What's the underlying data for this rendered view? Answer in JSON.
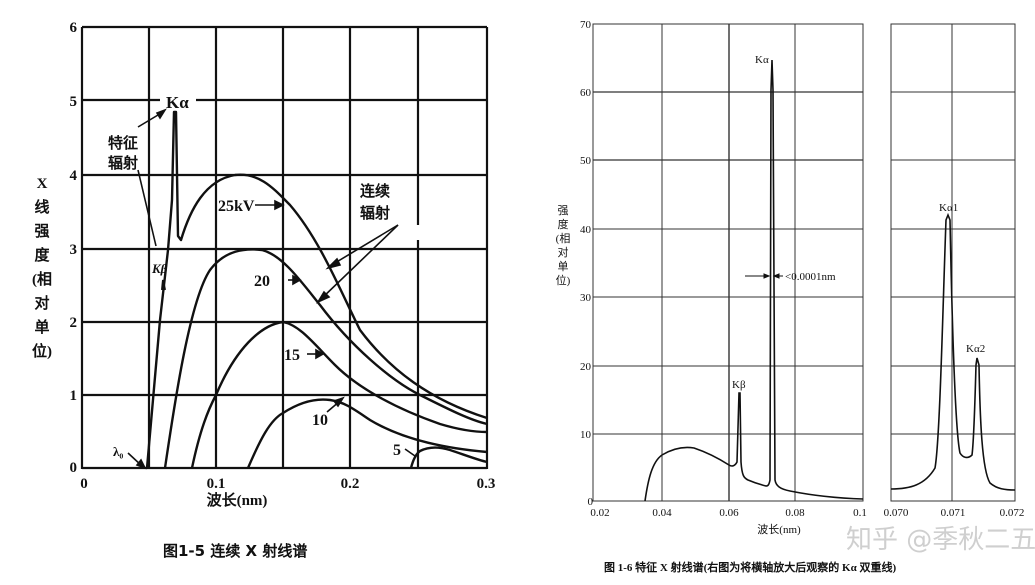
{
  "figures": {
    "left": {
      "caption": "图1-5 连续 X 射线谱",
      "ylabel_chars": [
        "X",
        "线",
        "强",
        "度",
        "(相",
        "对",
        "单",
        "位)"
      ],
      "xlabel": "波长(nm)",
      "x_ticks": [
        "0",
        "0.1",
        "0.2",
        "0.3"
      ],
      "y_ticks": [
        "0",
        "1",
        "2",
        "3",
        "4",
        "5",
        "6"
      ],
      "annotations": {
        "ka": "Kα",
        "kb": "Kβ",
        "char_rad_1": "特征",
        "char_rad_2": "辐射",
        "cont_rad_1": "连续",
        "cont_rad_2": "辐射",
        "lambda0": "λ₀",
        "v25": "25kV",
        "v20": "20",
        "v15": "15",
        "v10": "10",
        "v5": "5"
      }
    },
    "middle": {
      "caption": "图 1-6    特征 X 射线谱(右图为将横轴放大后观察的 Kα 双重线)",
      "ylabel_chars": [
        "强",
        "度",
        "(相",
        "对",
        "单",
        "位)"
      ],
      "xlabel": "波长(nm)",
      "x_ticks": [
        "0.02",
        "0.04",
        "0.06",
        "0.08",
        "0.1"
      ],
      "y_ticks": [
        "0",
        "10",
        "20",
        "30",
        "40",
        "50",
        "60",
        "70"
      ],
      "annotations": {
        "ka": "Kα",
        "kb": "Kβ",
        "width": "<0.0001nm"
      }
    },
    "right": {
      "x_ticks": [
        "0.070",
        "0.071",
        "0.072"
      ],
      "annotations": {
        "ka1": "Kα1",
        "ka2": "Kα2"
      }
    },
    "watermark": "知乎 @季秋二五"
  },
  "chart_data": [
    {
      "type": "line",
      "title": "图1-5 连续 X 射线谱",
      "xlabel": "波长(nm)",
      "ylabel": "X线强度(相对单位)",
      "xlim": [
        0,
        0.3
      ],
      "ylim": [
        0,
        6
      ],
      "grid": true,
      "series": [
        {
          "name": "25kV",
          "x": [
            0.05,
            0.06,
            0.07,
            0.073,
            0.075,
            0.08,
            0.1,
            0.115,
            0.15,
            0.2,
            0.25,
            0.3
          ],
          "y": [
            0,
            2.0,
            3.0,
            4.8,
            3.1,
            3.2,
            3.8,
            4.0,
            3.5,
            2.0,
            1.05,
            0.7
          ]
        },
        {
          "name": "20kV",
          "x": [
            0.062,
            0.08,
            0.1,
            0.13,
            0.15,
            0.2,
            0.25,
            0.3
          ],
          "y": [
            0,
            2.0,
            2.7,
            3.0,
            2.8,
            1.7,
            0.95,
            0.6
          ]
        },
        {
          "name": "15kV",
          "x": [
            0.082,
            0.1,
            0.125,
            0.15,
            0.2,
            0.25,
            0.3
          ],
          "y": [
            0,
            1.0,
            1.7,
            2.0,
            1.3,
            0.7,
            0.45
          ]
        },
        {
          "name": "10kV",
          "x": [
            0.124,
            0.15,
            0.175,
            0.2,
            0.25,
            0.3
          ],
          "y": [
            0,
            0.7,
            0.95,
            0.85,
            0.5,
            0.3
          ]
        },
        {
          "name": "5kV",
          "x": [
            0.248,
            0.26,
            0.27,
            0.3
          ],
          "y": [
            0,
            0.25,
            0.25,
            0.1
          ]
        }
      ],
      "annotations": [
        "Kα (~0.071nm)",
        "Kβ (~0.063nm)",
        "特征辐射",
        "连续辐射",
        "λ₀"
      ]
    },
    {
      "type": "line",
      "title": "图 1-6 特征 X 射线谱",
      "xlabel": "波长(nm)",
      "ylabel": "强度(相对单位)",
      "xlim": [
        0.02,
        0.1
      ],
      "ylim": [
        0,
        70
      ],
      "grid": true,
      "series": [
        {
          "name": "spectrum",
          "x": [
            0.035,
            0.04,
            0.047,
            0.055,
            0.0605,
            0.0625,
            0.063,
            0.0635,
            0.065,
            0.069,
            0.0705,
            0.071,
            0.0715,
            0.073,
            0.08,
            0.09,
            0.1
          ],
          "y": [
            0,
            6,
            8,
            6.5,
            5,
            9,
            16,
            5,
            3.5,
            2.8,
            50,
            64,
            5,
            2.5,
            1.3,
            0.6,
            0.4
          ]
        }
      ],
      "annotations": [
        "Kα ≈ 64",
        "Kβ ≈ 16",
        "<0.0001nm"
      ]
    },
    {
      "type": "line",
      "title": "Kα doublet (zoomed)",
      "xlim": [
        0.07,
        0.072
      ],
      "ylim": [
        0,
        70
      ],
      "grid": true,
      "series": [
        {
          "name": "Kα doublet",
          "x": [
            0.07,
            0.0707,
            0.0708,
            0.0709,
            0.071,
            0.0711,
            0.0713,
            0.0714,
            0.0715,
            0.0716,
            0.072
          ],
          "y": [
            1.5,
            5,
            20,
            42,
            10,
            4,
            10,
            21,
            10,
            3,
            1.5
          ]
        }
      ],
      "annotations": [
        "Kα1 ≈ 42",
        "Kα2 ≈ 21"
      ]
    }
  ]
}
